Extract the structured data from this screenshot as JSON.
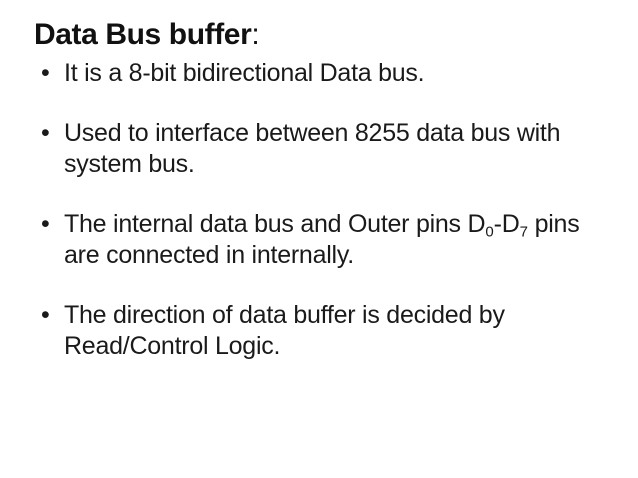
{
  "slide": {
    "background_color": "#ffffff",
    "text_color": "#1a1a1a",
    "title": {
      "main": "Data Bus buffer",
      "colon": ":"
    },
    "bullet_marker": "•",
    "bullets": [
      {
        "id": "bullet-1",
        "lines": [
          "It is a 8-bit bidirectional Data bus."
        ]
      },
      {
        "id": "bullet-2",
        "lines": [
          "Used to interface between 8255 data bus with",
          "system bus."
        ]
      },
      {
        "id": "bullet-3",
        "has_pins": true,
        "line1_before_pins": "The internal data bus and Outer pins ",
        "pin_start_letter": "D",
        "pin_start_index": "0",
        "pin_separator": "-",
        "pin_end_letter": "D",
        "pin_end_index": "7",
        "line1_after_pins": " pins",
        "line2": "are connected in internally."
      },
      {
        "id": "bullet-4",
        "lines": [
          "The direction of data buffer is decided by",
          "Read/Control Logic."
        ]
      }
    ]
  }
}
